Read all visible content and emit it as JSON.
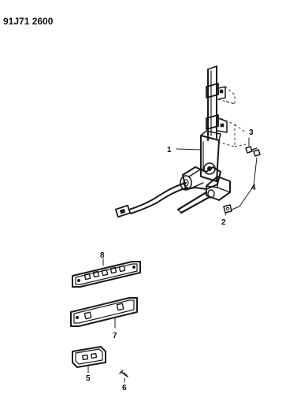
{
  "diagram": {
    "reference_code": "91J71 2600",
    "callouts": [
      "1",
      "2",
      "3",
      "4",
      "5",
      "6",
      "7",
      "8"
    ]
  }
}
